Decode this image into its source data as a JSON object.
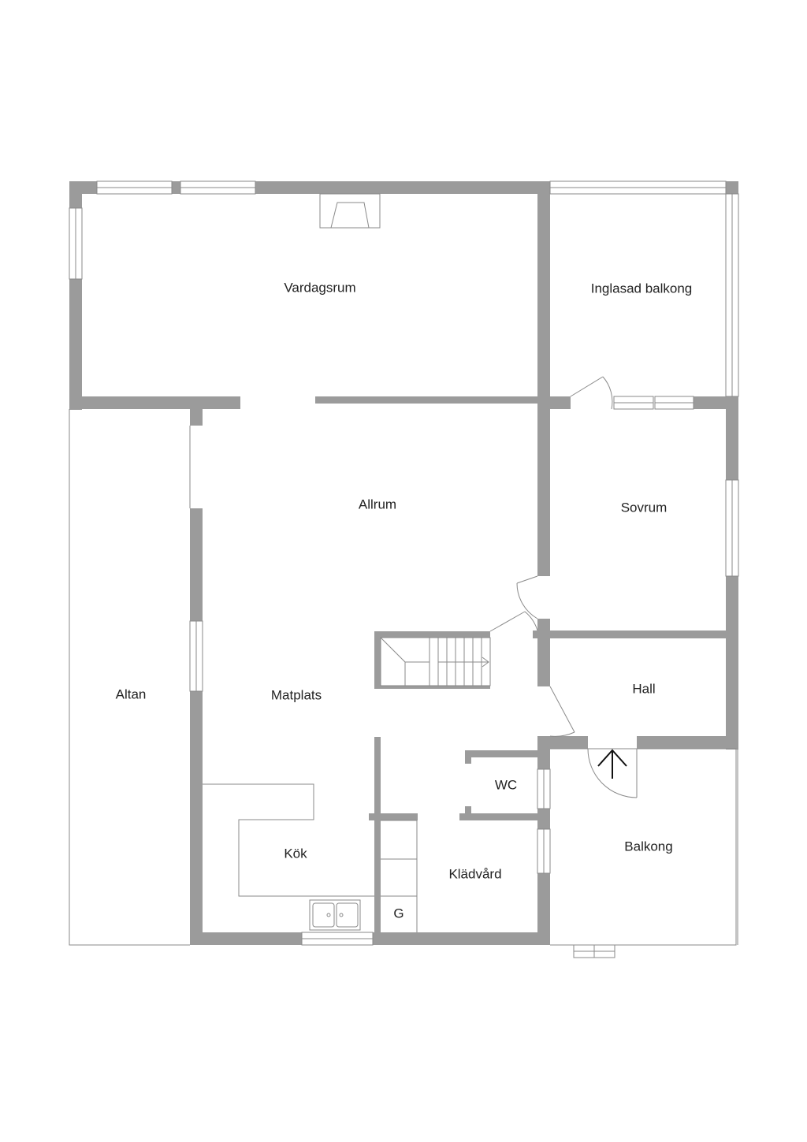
{
  "rooms": {
    "vardagsrum": "Vardagsrum",
    "inglasad_balkong": "Inglasad balkong",
    "allrum": "Allrum",
    "sovrum": "Sovrum",
    "altan": "Altan",
    "matplats": "Matplats",
    "hall": "Hall",
    "wc": "WC",
    "kok": "Kök",
    "balkong": "Balkong",
    "kladvard": "Klädvård",
    "g": "G"
  },
  "colors": {
    "wall": "#9b9b9b",
    "line": "#8a8a8a",
    "text": "#222222"
  },
  "icons": {
    "entrance": "arrow-up-icon",
    "sink": "double-sink-icon",
    "stairs": "staircase-icon",
    "fireplace": "fireplace-icon"
  }
}
